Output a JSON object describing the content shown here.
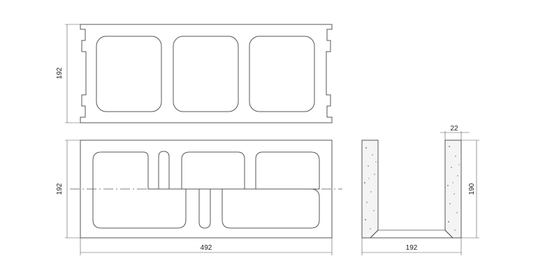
{
  "top_view": {
    "height_label": "192"
  },
  "front_view": {
    "height_label": "192",
    "length_label": "492"
  },
  "section_view": {
    "wall_label": "22",
    "height_label": "190",
    "width_label": "192"
  }
}
